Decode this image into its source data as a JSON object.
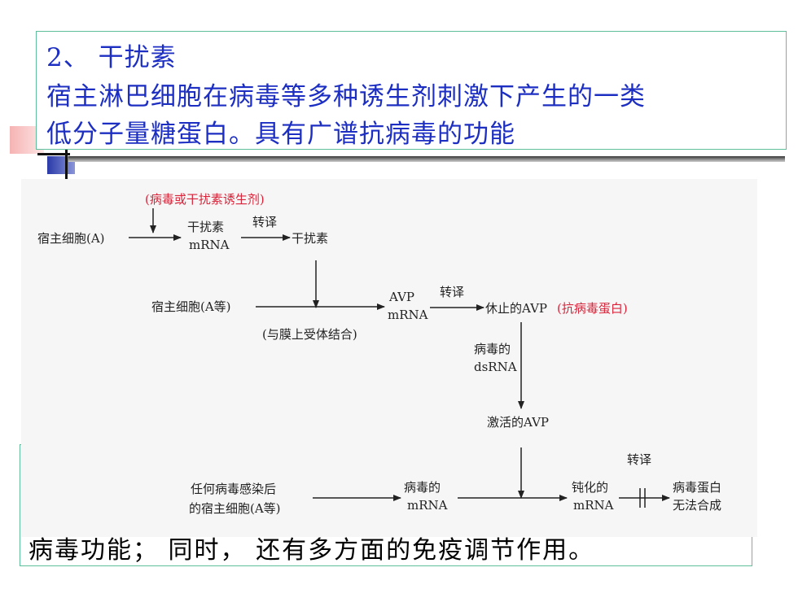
{
  "title": {
    "heading": "2、 干扰素",
    "line2": "宿主淋巴细胞在病毒等多种诱生剂刺激下产生的一类",
    "line3": "低分子量糖蛋白。具有广谱抗病毒的功能"
  },
  "bottom": {
    "text": "病毒功能； 同时， 还有多方面的免疫调节作用。"
  },
  "diagram": {
    "inducer": "(病毒或干扰素诱生剂)",
    "host_cell_a": "宿主细胞(A)",
    "ifn_mrna_1": "干扰素",
    "ifn_mrna_2": "mRNA",
    "translate_1": "转译",
    "interferon": "干扰素",
    "host_cell_a_etc": "宿主细胞(A等)",
    "receptor_binding": "(与膜上受体结合)",
    "avp_mrna_1": "AVP",
    "avp_mrna_2": "mRNA",
    "translate_2": "转译",
    "resting_avp": "休止的AVP",
    "antiviral_protein": "(抗病毒蛋白)",
    "viral_dsrna_1": "病毒的",
    "viral_dsrna_2": "dsRNA",
    "activated_avp": "激活的AVP",
    "infected_1": "任何病毒感染后",
    "infected_2": "的宿主细胞(A等)",
    "viral_mrna_1": "病毒的",
    "viral_mrna_2": "mRNA",
    "translate_3": "转译",
    "blunted_mrna_1": "钝化的",
    "blunted_mrna_2": "mRNA",
    "no_protein_1": "病毒蛋白",
    "no_protein_2": "无法合成"
  },
  "colors": {
    "title_text": "#1c2fc2",
    "box_border": "#5fbf9a",
    "highlight_red": "#d8243a"
  }
}
